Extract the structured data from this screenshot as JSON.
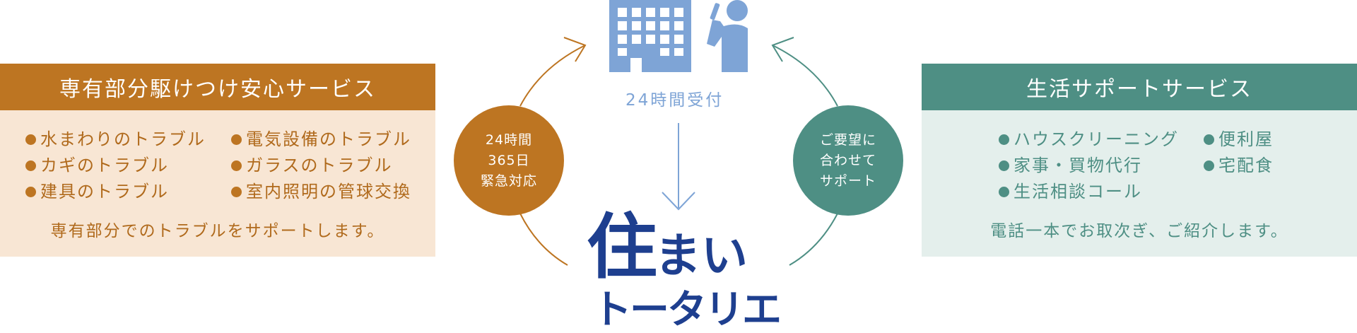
{
  "left_service": {
    "title": "専有部分駆けつけ安心サービス",
    "col1": [
      "水まわりのトラブル",
      "カギのトラブル",
      "建具のトラブル"
    ],
    "col2": [
      "電気設備のトラブル",
      "ガラスのトラブル",
      "室内照明の管球交換"
    ],
    "note": "専有部分でのトラブルをサポートします。"
  },
  "right_service": {
    "title": "生活サポートサービス",
    "col1": [
      "ハウスクリーニング",
      "家事・買物代行",
      "生活相談コール"
    ],
    "col2": [
      "便利屋",
      "宅配食"
    ],
    "note": "電話一本でお取次ぎ、ご紹介します。"
  },
  "center": {
    "reception_label": "24時間受付",
    "left_circle": [
      "24時間",
      "365日",
      "緊急対応"
    ],
    "right_circle": [
      "ご要望に",
      "合わせて",
      "サポート"
    ],
    "brand_line1_big": "住",
    "brand_line1_small": "まい",
    "brand_line2": "トータリエ",
    "icons": [
      "office-building-icon",
      "person-with-phone-icon",
      "arrow-down-icon"
    ]
  },
  "colors": {
    "orange": "#bd7522",
    "orange_light": "#f8e6d4",
    "teal": "#4e8f84",
    "teal_light": "#e4efec",
    "icon_blue": "#7ea4d6",
    "brand_navy": "#1e3f8f"
  }
}
